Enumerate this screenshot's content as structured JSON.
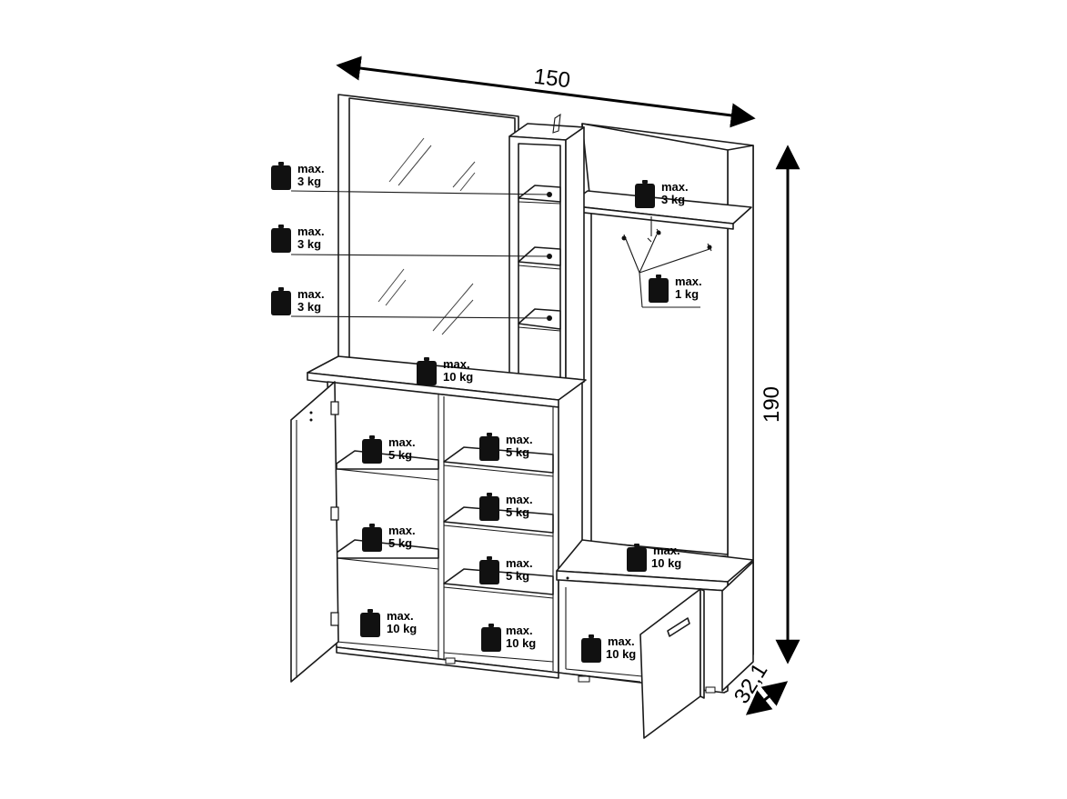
{
  "dimensions": {
    "width": "150",
    "height": "190",
    "depth": "32,1"
  },
  "loads": [
    {
      "id": "mirror-shelf-1",
      "line1": "max.",
      "line2": "3 kg"
    },
    {
      "id": "mirror-shelf-2",
      "line1": "max.",
      "line2": "3 kg"
    },
    {
      "id": "mirror-shelf-3",
      "line1": "max.",
      "line2": "3 kg"
    },
    {
      "id": "hat-shelf",
      "line1": "max.",
      "line2": "3 kg"
    },
    {
      "id": "hooks",
      "line1": "max.",
      "line2": "1 kg"
    },
    {
      "id": "top-surface",
      "line1": "max.",
      "line2": "10 kg"
    },
    {
      "id": "left-shelf-1",
      "line1": "max.",
      "line2": "5 kg"
    },
    {
      "id": "left-shelf-2",
      "line1": "max.",
      "line2": "5 kg"
    },
    {
      "id": "left-bottom",
      "line1": "max.",
      "line2": "10 kg"
    },
    {
      "id": "middle-shelf-1",
      "line1": "max.",
      "line2": "5 kg"
    },
    {
      "id": "middle-shelf-2",
      "line1": "max.",
      "line2": "5 kg"
    },
    {
      "id": "middle-shelf-3",
      "line1": "max.",
      "line2": "5 kg"
    },
    {
      "id": "middle-bottom",
      "line1": "max.",
      "line2": "10 kg"
    },
    {
      "id": "bench",
      "line1": "max.",
      "line2": "10 kg"
    },
    {
      "id": "bench-bottom",
      "line1": "max.",
      "line2": "10 kg"
    }
  ]
}
